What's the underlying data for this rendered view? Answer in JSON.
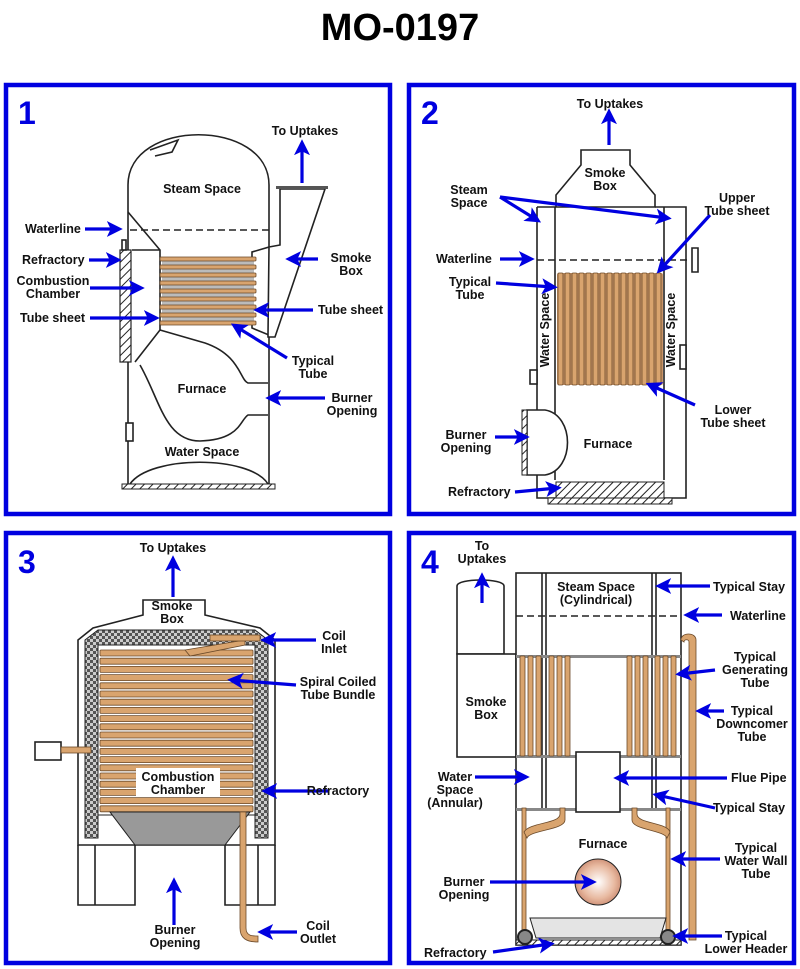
{
  "title": "MO-0197",
  "colors": {
    "panel_border": "#0000e0",
    "arrow": "#0000e0",
    "tube_copper": "#d9a46e"
  },
  "panels": [
    {
      "number": "1",
      "labels": [
        [
          "To Uptakes"
        ],
        [
          "Steam Space"
        ],
        [
          "Waterline"
        ],
        [
          "Refractory"
        ],
        [
          "Combustion",
          "Chamber"
        ],
        [
          "Tube sheet"
        ],
        [
          "Smoke",
          "Box"
        ],
        [
          "Tube sheet"
        ],
        [
          "Typical",
          "Tube"
        ],
        [
          "Furnace"
        ],
        [
          "Burner",
          "Opening"
        ],
        [
          "Water Space"
        ]
      ]
    },
    {
      "number": "2",
      "labels": [
        [
          "To Uptakes"
        ],
        [
          "Smoke",
          "Box"
        ],
        [
          "Steam",
          "Space"
        ],
        [
          "Upper",
          "Tube sheet"
        ],
        [
          "Waterline"
        ],
        [
          "Typical",
          "Tube"
        ],
        [
          "Water Space"
        ],
        [
          "Water Space"
        ],
        [
          "Lower",
          "Tube sheet"
        ],
        [
          "Burner",
          "Opening"
        ],
        [
          "Furnace"
        ],
        [
          "Refractory"
        ]
      ]
    },
    {
      "number": "3",
      "labels": [
        [
          "To Uptakes"
        ],
        [
          "Smoke",
          "Box"
        ],
        [
          "Coil",
          "Inlet"
        ],
        [
          "Spiral Coiled",
          "Tube Bundle"
        ],
        [
          "Combustion",
          "Chamber"
        ],
        [
          "Refractory"
        ],
        [
          "Burner",
          "Opening"
        ],
        [
          "Coil",
          "Outlet"
        ]
      ]
    },
    {
      "number": "4",
      "labels": [
        [
          "To",
          "Uptakes"
        ],
        [
          "Steam Space",
          "(Cylindrical)"
        ],
        [
          "Typical Stay"
        ],
        [
          "Waterline"
        ],
        [
          "Typical",
          "Generating",
          "Tube"
        ],
        [
          "Smoke",
          "Box"
        ],
        [
          "Typical",
          "Downcomer",
          "Tube"
        ],
        [
          "Water",
          "Space",
          "(Annular)"
        ],
        [
          "Flue Pipe"
        ],
        [
          "Typical Stay"
        ],
        [
          "Furnace"
        ],
        [
          "Typical",
          "Water Wall",
          "Tube"
        ],
        [
          "Burner",
          "Opening"
        ],
        [
          "Refractory"
        ],
        [
          "Typical",
          "Lower Header"
        ]
      ]
    }
  ]
}
